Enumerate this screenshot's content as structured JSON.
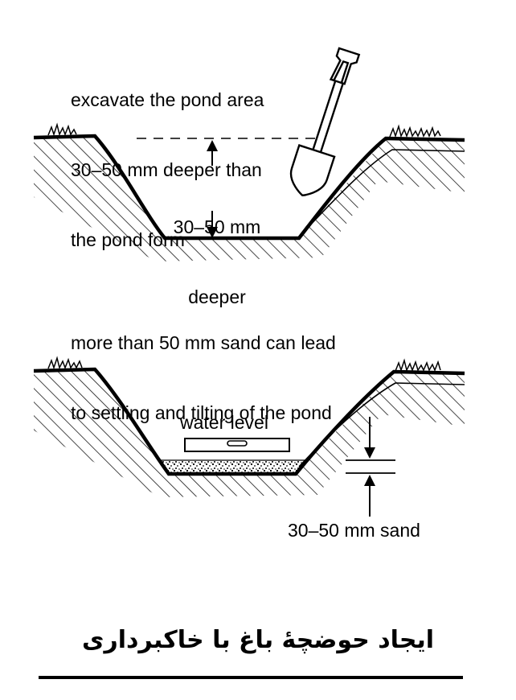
{
  "top_diagram": {
    "instruction": [
      "excavate the pond area",
      "30–50 mm deeper than",
      "the pond form"
    ],
    "depth_label": [
      "30–50 mm",
      "deeper"
    ]
  },
  "middle_note": [
    "more than 50 mm sand can lead",
    "to settling and tilting of the pond"
  ],
  "bottom_diagram": {
    "level_label": "water level",
    "sand_label": "30–50 mm sand"
  },
  "caption": "ایجاد حوضچهٔ باغ با خاکبرداری",
  "colors": {
    "ink": "#000000",
    "paper": "#ffffff"
  }
}
